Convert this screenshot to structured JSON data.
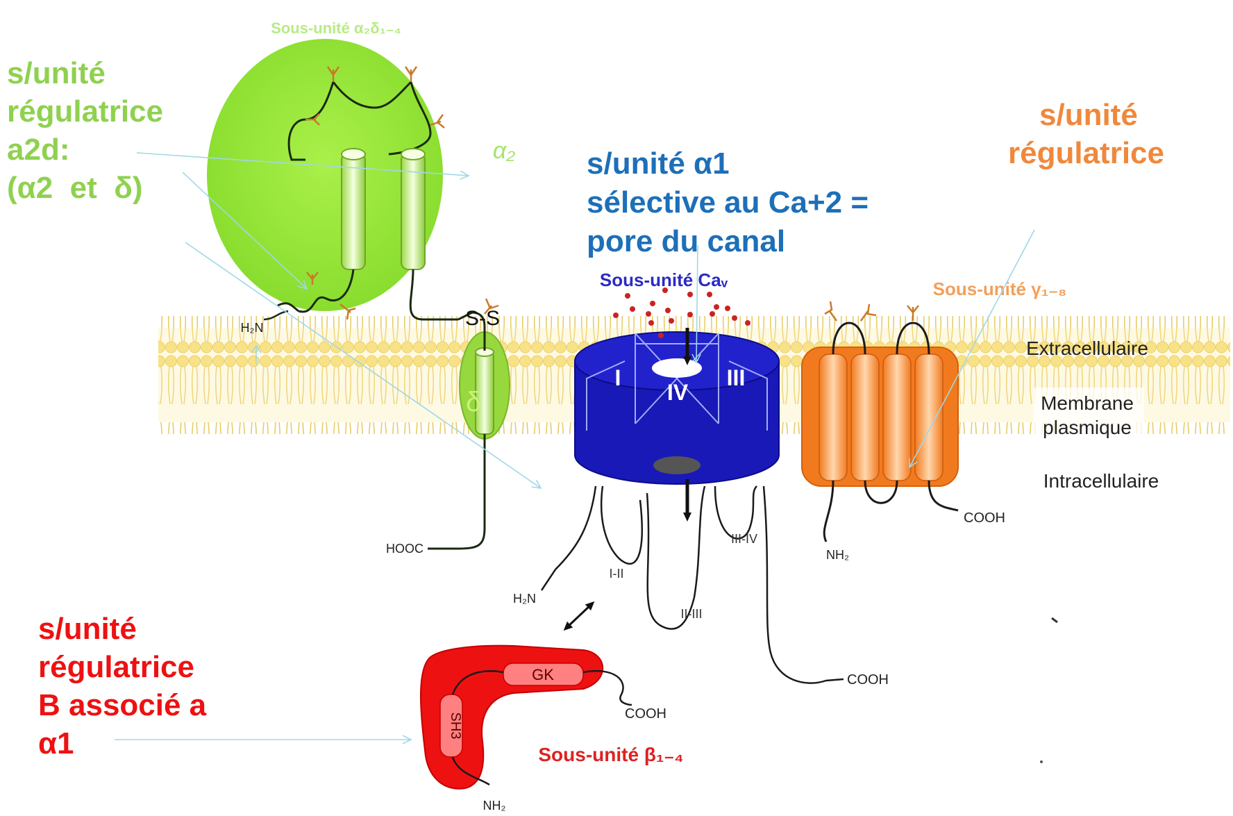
{
  "labels": {
    "alpha2delta_title": "Sous-unité α₂δ₁₋₄",
    "alpha2": "α₂",
    "delta": "δ",
    "cav_title": "Sous-unité Caᵥ",
    "gamma_title": "Sous-unité γ₁₋₈",
    "beta_title": "Sous-unité β₁₋₄",
    "extracellular": "Extracellulaire",
    "membrane_1": "Membrane",
    "membrane_2": "plasmique",
    "intracellular": "Intracellulaire",
    "h2n_top": "H₂N",
    "ss": "S-S",
    "hooc": "HOOC",
    "h2n_bottom": "H₂N",
    "nh2_gamma": "NH₂",
    "cooh_gamma": "COOH",
    "cooh_cav": "COOH",
    "cooh_beta": "COOH",
    "nh2_beta": "NH₂",
    "domain_1": "I",
    "domain_3": "III",
    "domain_4": "IV",
    "loop_1_2": "I-II",
    "loop_2_3": "II-III",
    "loop_3_4": "III-IV",
    "gk": "GK",
    "sh3": "SH3"
  },
  "annotations": {
    "alpha2delta": [
      "s/unité",
      "régulatrice",
      "a2d:",
      "(α2  et  δ)"
    ],
    "alpha1": [
      "s/unité α1",
      "sélective au Ca+2 =",
      "pore du canal"
    ],
    "gamma": [
      "s/unité",
      "régulatrice"
    ],
    "beta": [
      "s/unité",
      "régulatrice",
      "B associé a",
      "α1"
    ]
  },
  "colors": {
    "alpha2delta": "#8fd14f",
    "alpha1": "#1d6fb8",
    "gamma": "#f0883c",
    "beta": "#ee1111",
    "pointer": "#9fd8e6",
    "membrane": "#f7e08a"
  }
}
